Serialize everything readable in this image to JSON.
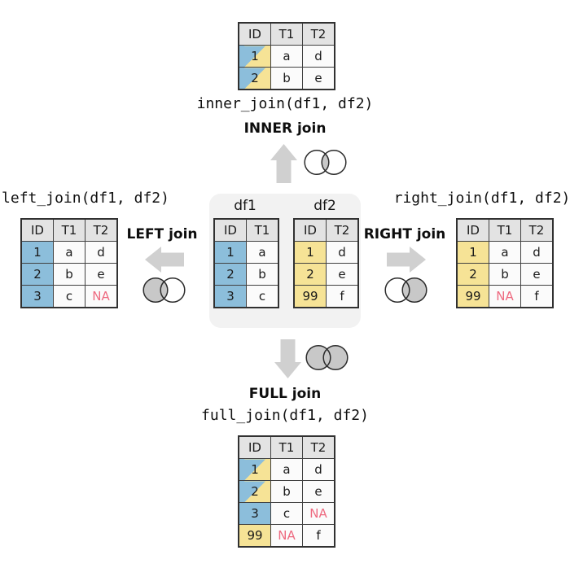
{
  "colors": {
    "canvas": "#ffffff",
    "panelbg": "#f2f2f2",
    "headerbg": "#e3e3e3",
    "cellbg": "#fbfbfb",
    "blue": "#8cbedb",
    "yellow": "#f6e396",
    "na": "#ee6a80",
    "arrow": "#d0d0d0",
    "vennfill": "#c8c8c8",
    "vennstroke": "#2b2b2b"
  },
  "icons": {
    "venn_inner": "two overlapping circles, intersection shaded",
    "venn_left": "two overlapping circles, left circle shaded",
    "venn_right": "two overlapping circles, right circle shaded",
    "venn_full": "two overlapping circles, both shaded",
    "arrow_up": "block arrow pointing up",
    "arrow_down": "block arrow pointing down",
    "arrow_left": "block arrow pointing left",
    "arrow_right": "block arrow pointing right"
  },
  "center": {
    "df1_label": "df1",
    "df2_label": "df2"
  },
  "sections": {
    "inner": {
      "code": "inner_join(df1, df2)",
      "label": "INNER join"
    },
    "left": {
      "code": "left_join(df1, df2)",
      "label": "LEFT join"
    },
    "right": {
      "code": "right_join(df1, df2)",
      "label": "RIGHT join"
    },
    "full": {
      "code": "full_join(df1, df2)",
      "label": "FULL join"
    }
  },
  "tables": {
    "df1": {
      "headers": [
        "ID",
        "T1"
      ],
      "rows": [
        [
          {
            "v": "1",
            "k": "blue"
          },
          {
            "v": "a"
          }
        ],
        [
          {
            "v": "2",
            "k": "blue"
          },
          {
            "v": "b"
          }
        ],
        [
          {
            "v": "3",
            "k": "blue"
          },
          {
            "v": "c"
          }
        ]
      ]
    },
    "df2": {
      "headers": [
        "ID",
        "T2"
      ],
      "rows": [
        [
          {
            "v": "1",
            "k": "yellow"
          },
          {
            "v": "d"
          }
        ],
        [
          {
            "v": "2",
            "k": "yellow"
          },
          {
            "v": "e"
          }
        ],
        [
          {
            "v": "99",
            "k": "yellow"
          },
          {
            "v": "f"
          }
        ]
      ]
    },
    "inner": {
      "headers": [
        "ID",
        "T1",
        "T2"
      ],
      "rows": [
        [
          {
            "v": "1",
            "k": "split"
          },
          {
            "v": "a"
          },
          {
            "v": "d"
          }
        ],
        [
          {
            "v": "2",
            "k": "split"
          },
          {
            "v": "b"
          },
          {
            "v": "e"
          }
        ]
      ]
    },
    "left": {
      "headers": [
        "ID",
        "T1",
        "T2"
      ],
      "rows": [
        [
          {
            "v": "1",
            "k": "blue"
          },
          {
            "v": "a"
          },
          {
            "v": "d"
          }
        ],
        [
          {
            "v": "2",
            "k": "blue"
          },
          {
            "v": "b"
          },
          {
            "v": "e"
          }
        ],
        [
          {
            "v": "3",
            "k": "blue"
          },
          {
            "v": "c"
          },
          {
            "v": "NA",
            "k": "na"
          }
        ]
      ]
    },
    "right": {
      "headers": [
        "ID",
        "T1",
        "T2"
      ],
      "rows": [
        [
          {
            "v": "1",
            "k": "yellow"
          },
          {
            "v": "a"
          },
          {
            "v": "d"
          }
        ],
        [
          {
            "v": "2",
            "k": "yellow"
          },
          {
            "v": "b"
          },
          {
            "v": "e"
          }
        ],
        [
          {
            "v": "99",
            "k": "yellow"
          },
          {
            "v": "NA",
            "k": "na"
          },
          {
            "v": "f"
          }
        ]
      ]
    },
    "full": {
      "headers": [
        "ID",
        "T1",
        "T2"
      ],
      "rows": [
        [
          {
            "v": "1",
            "k": "split"
          },
          {
            "v": "a"
          },
          {
            "v": "d"
          }
        ],
        [
          {
            "v": "2",
            "k": "split"
          },
          {
            "v": "b"
          },
          {
            "v": "e"
          }
        ],
        [
          {
            "v": "3",
            "k": "blue"
          },
          {
            "v": "c"
          },
          {
            "v": "NA",
            "k": "na"
          }
        ],
        [
          {
            "v": "99",
            "k": "yellow"
          },
          {
            "v": "NA",
            "k": "na"
          },
          {
            "v": "f"
          }
        ]
      ]
    }
  }
}
